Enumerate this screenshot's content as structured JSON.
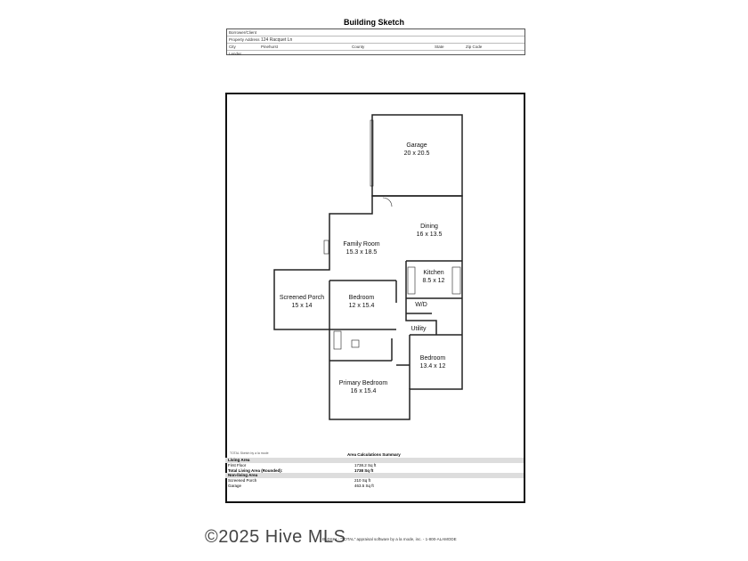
{
  "title": "Building Sketch",
  "header": {
    "borrower_label": "Borrower/Client",
    "address_label": "Property Address",
    "address": "124 Racquet Ln",
    "city_label": "City",
    "city": "Pinehurst",
    "county_label": "County",
    "state_label": "State",
    "zip_label": "Zip Code",
    "lender_label": "Lender"
  },
  "rooms": [
    {
      "name": "Garage",
      "dims": "20 x 20.5"
    },
    {
      "name": "Dining",
      "dims": "16 x 13.5"
    },
    {
      "name": "Family Room",
      "dims": "15.3 x 18.5"
    },
    {
      "name": "Kitchen",
      "dims": "8.5 x 12"
    },
    {
      "name": "Screened Porch",
      "dims": "15 x 14"
    },
    {
      "name": "Bedroom",
      "dims": "12 x 15.4"
    },
    {
      "name": "W/D",
      "dims": ""
    },
    {
      "name": "Utility",
      "dims": ""
    },
    {
      "name": "Bedroom",
      "dims": "13.4 x 12"
    },
    {
      "name": "Primary Bedroom",
      "dims": "16 x 15.4"
    }
  ],
  "summary": {
    "credit": "TOTAL Sketch by a la mode",
    "title": "Area Calculations Summary",
    "living_label": "Living Area",
    "first_floor_label": "First Floor",
    "first_floor": "1738.2 Sq ft",
    "total_label": "Total Living Area (Rounded):",
    "total": "1738 Sq ft",
    "nonliving_label": "Non-living Area",
    "porch_label": "Screened Porch",
    "porch": "210 Sq ft",
    "garage_label": "Garage",
    "garage": "463.5 Sq ft"
  },
  "watermark": "©2025 Hive MLS",
  "footer": "BLDSKI - \"TOTAL\" appraisal software by a la mode, inc. - 1-800-ALAMODE"
}
